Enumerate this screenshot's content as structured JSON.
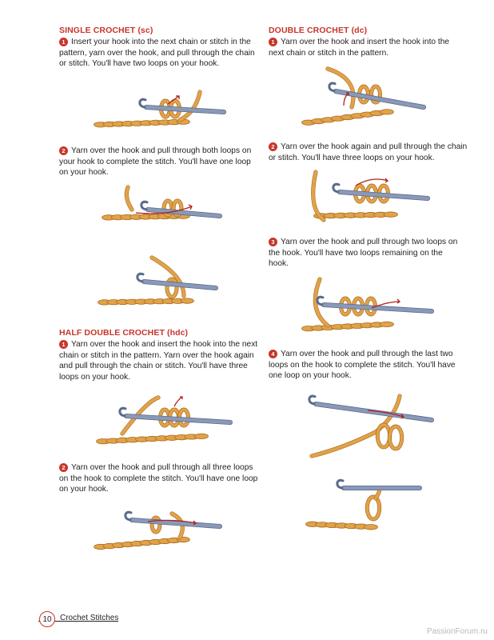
{
  "single_crochet": {
    "heading": "SINGLE CROCHET (sc)",
    "steps": [
      {
        "num": "1",
        "text": "Insert your hook into the next chain or stitch in the pattern, yarn over the hook, and pull through the chain or stitch. You'll have two loops on your hook."
      },
      {
        "num": "2",
        "text": "Yarn over the hook and pull through both loops on your hook to complete the stitch. You'll have one loop on your hook."
      }
    ]
  },
  "half_double_crochet": {
    "heading": "HALF DOUBLE CROCHET (hdc)",
    "steps": [
      {
        "num": "1",
        "text": "Yarn over the hook and insert the hook into the next chain or stitch in the pattern. Yarn over the hook again and pull through the chain or stitch. You'll have three loops on your hook."
      },
      {
        "num": "2",
        "text": "Yarn over the hook and pull through all three loops on the hook to complete the stitch. You'll have one loop on your hook."
      }
    ]
  },
  "double_crochet": {
    "heading": "DOUBLE CROCHET (dc)",
    "steps": [
      {
        "num": "1",
        "text": "Yarn over the hook and insert the hook into the next chain or stitch in the pattern."
      },
      {
        "num": "2",
        "text": "Yarn over the hook again and pull through the chain or stitch. You'll have three loops on your hook."
      },
      {
        "num": "3",
        "text": "Yarn over the hook and pull through two loops on the hook. You'll have two loops remaining on the hook."
      },
      {
        "num": "4",
        "text": "Yarn over the hook and pull through the last two loops on the hook to complete the stitch. You'll have one loop on your hook."
      }
    ]
  },
  "footer": {
    "page_number": "10",
    "section_title": "Crochet Stitches",
    "watermark": "PassionForum.ru"
  },
  "colors": {
    "heading": "#c8352b",
    "yarn": "#e2a24a",
    "yarn_outline": "#a86d1d",
    "hook": "#8a99b8",
    "arrow": "#b0201c"
  }
}
